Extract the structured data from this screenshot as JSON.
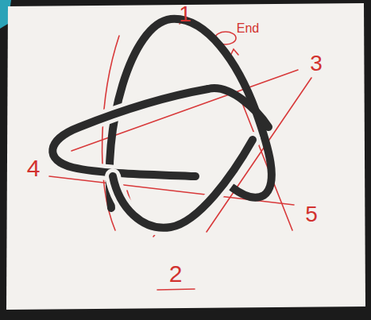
{
  "diagram": {
    "labels": [
      "1",
      "End",
      "3",
      "4",
      "5",
      "2"
    ]
  }
}
